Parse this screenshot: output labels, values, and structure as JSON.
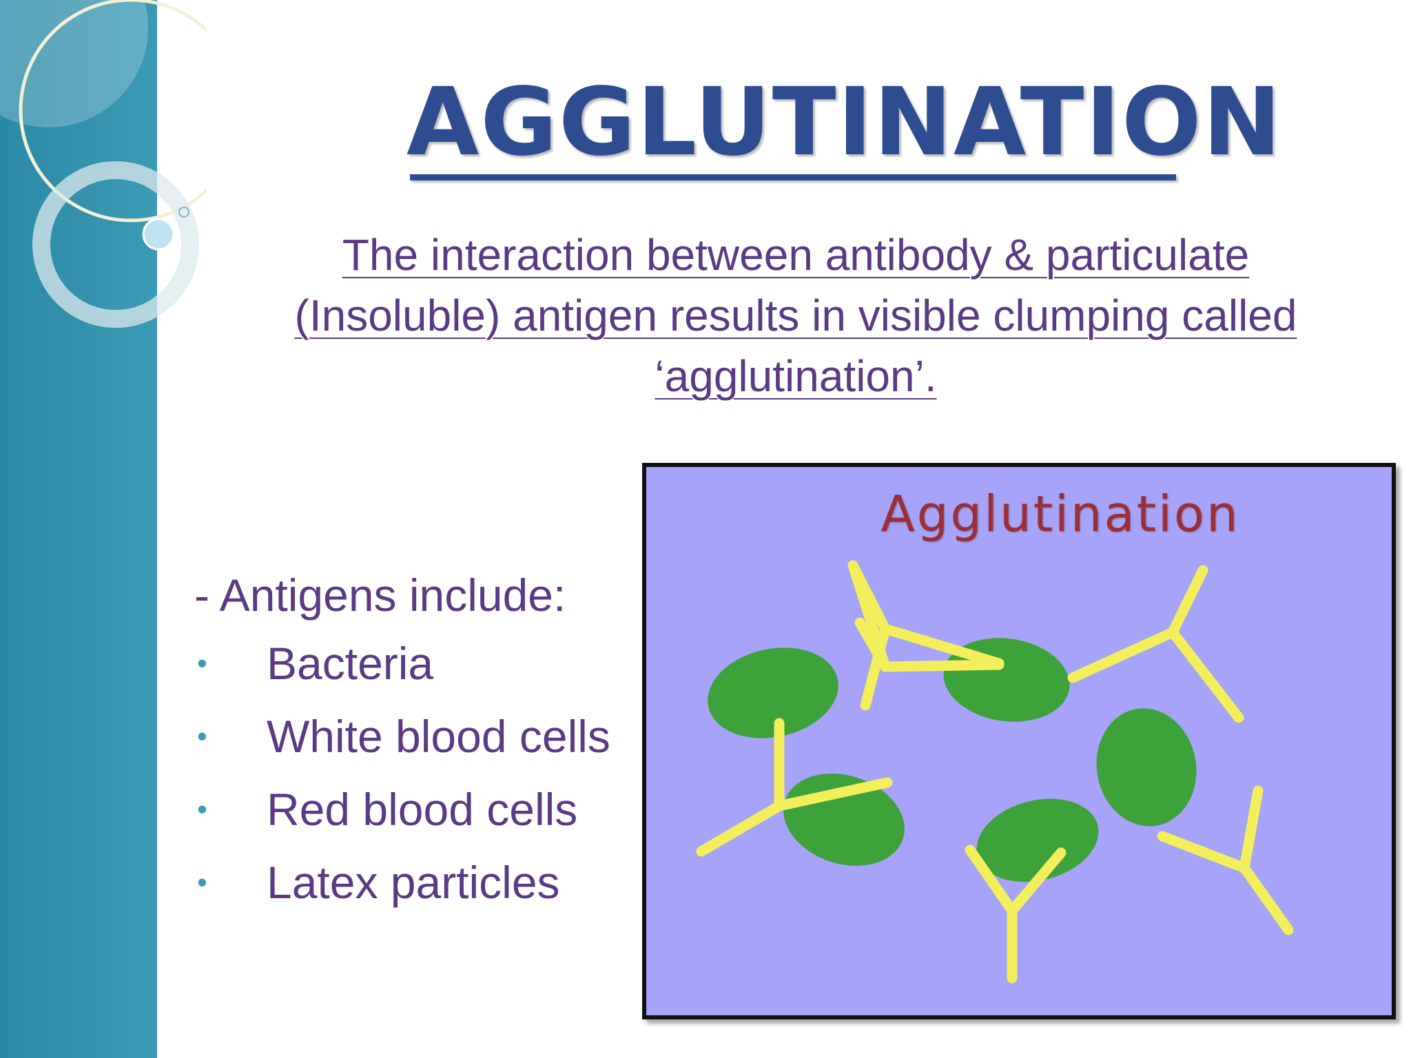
{
  "slide": {
    "title": "AGGLUTINATION",
    "definition_lines": [
      "The interaction between antibody & particulate",
      "(Insoluble) antigen results in visible clumping called",
      "‘agglutination’."
    ],
    "antigens_intro": "- Antigens include:",
    "antigens": [
      "Bacteria",
      "White blood cells",
      "Red blood cells",
      "Latex particles"
    ],
    "bullet_glyph": "•",
    "figure": {
      "title": "Agglutination"
    },
    "colors": {
      "title": "#2e4d91",
      "body_text": "#5a3a84",
      "side_band": "#3592ad",
      "bullet": "#3a9bb6",
      "figure_background": "#a6a3f8",
      "antigen_cell": "#3ea23a",
      "antibody": "#f3ee5c",
      "figure_title": "#9a2f38"
    }
  }
}
